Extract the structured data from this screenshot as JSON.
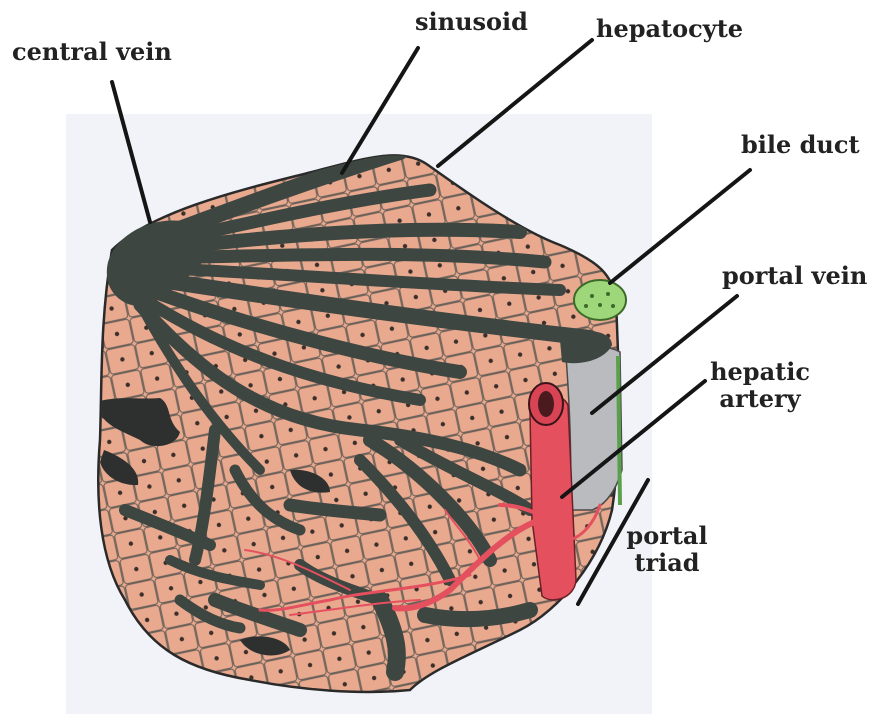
{
  "labels": {
    "central_vein": "central vein",
    "sinusoid": "sinusoid",
    "hepatocyte": "hepatocyte",
    "bile_duct": "bile duct",
    "portal_vein": "portal vein",
    "hepatic_artery_1": "hepatic",
    "hepatic_artery_2": "artery",
    "portal_triad_1": "portal",
    "portal_triad_2": "triad"
  },
  "colors": {
    "background_paper": "#f2f3f8",
    "hepatocyte_fill": "#e9a98e",
    "cell_line": "#6d625a",
    "sinusoid_fill": "#3e4642",
    "nucleus": "#3a2f2b",
    "hepatic_artery": "#e5505e",
    "portal_vein": "#b9bbbf",
    "bile_duct": "#9ed67a",
    "leader_line": "#151515"
  }
}
